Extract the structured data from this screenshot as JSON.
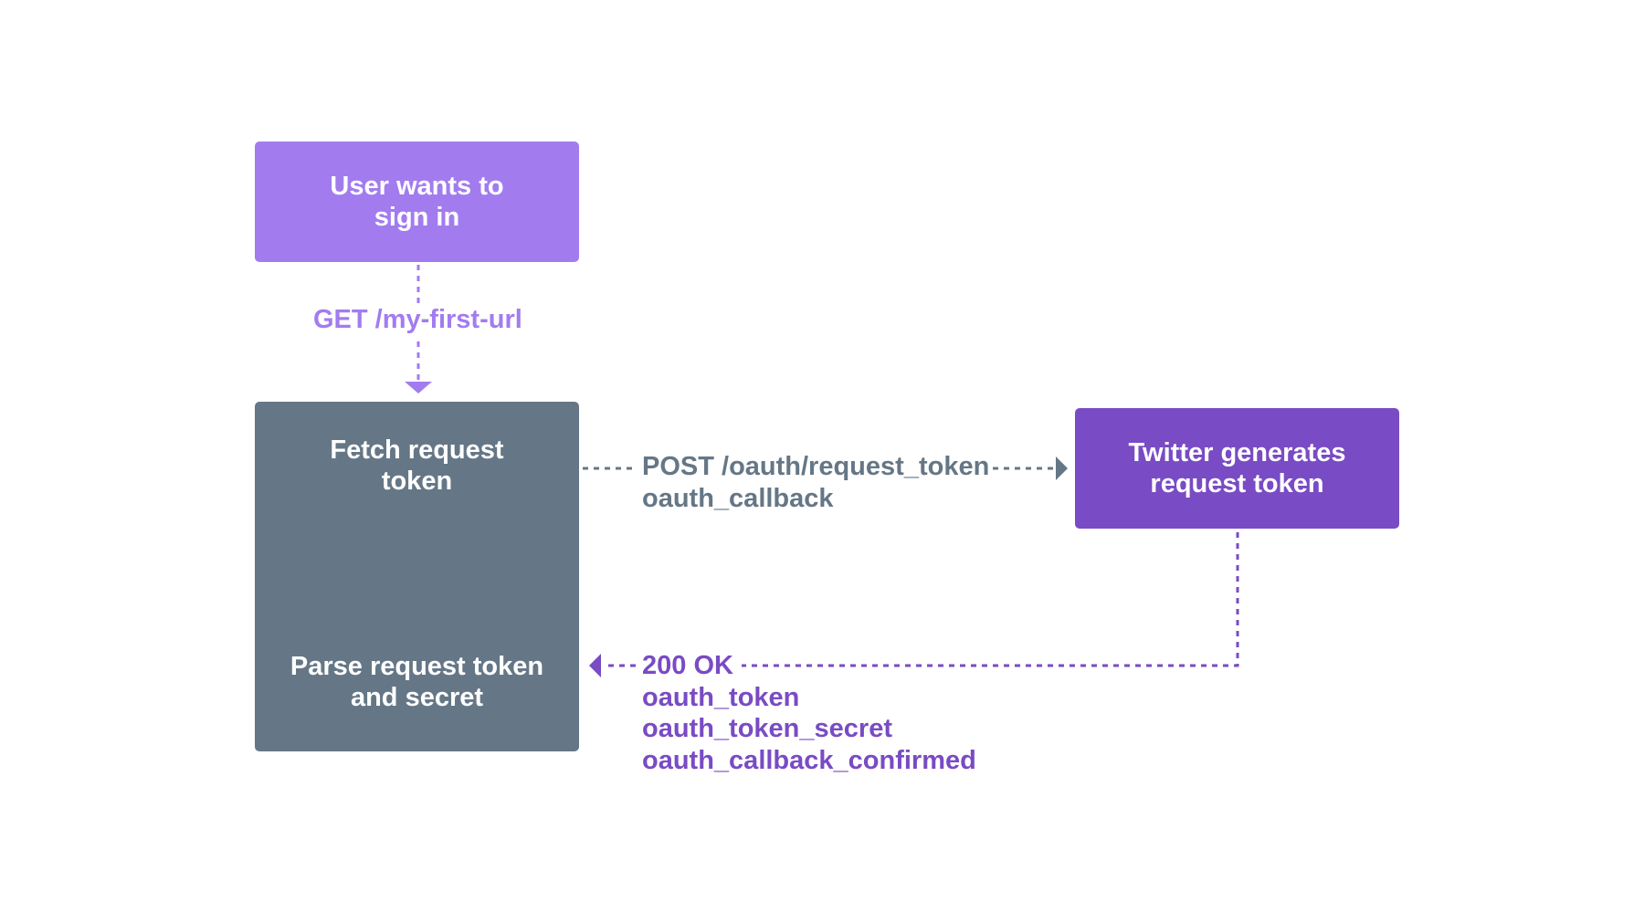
{
  "boxes": {
    "user": {
      "text": "User wants to\nsign in",
      "color": "#a27cef"
    },
    "fetch": {
      "top_text": "Fetch request\ntoken",
      "bottom_text": "Parse request token\nand secret",
      "color": "#657786"
    },
    "twitter": {
      "text": "Twitter generates\nrequest token",
      "color": "#794bc4"
    }
  },
  "edges": {
    "get": {
      "label": "GET /my-first-url",
      "color": "#a27cef"
    },
    "post": {
      "lines": [
        "POST /oauth/request_token",
        "oauth_callback"
      ],
      "color": "#657786"
    },
    "response": {
      "lines": [
        "200 OK",
        "oauth_token",
        "oauth_token_secret",
        "oauth_callback_confirmed"
      ],
      "color": "#794bc4"
    }
  }
}
